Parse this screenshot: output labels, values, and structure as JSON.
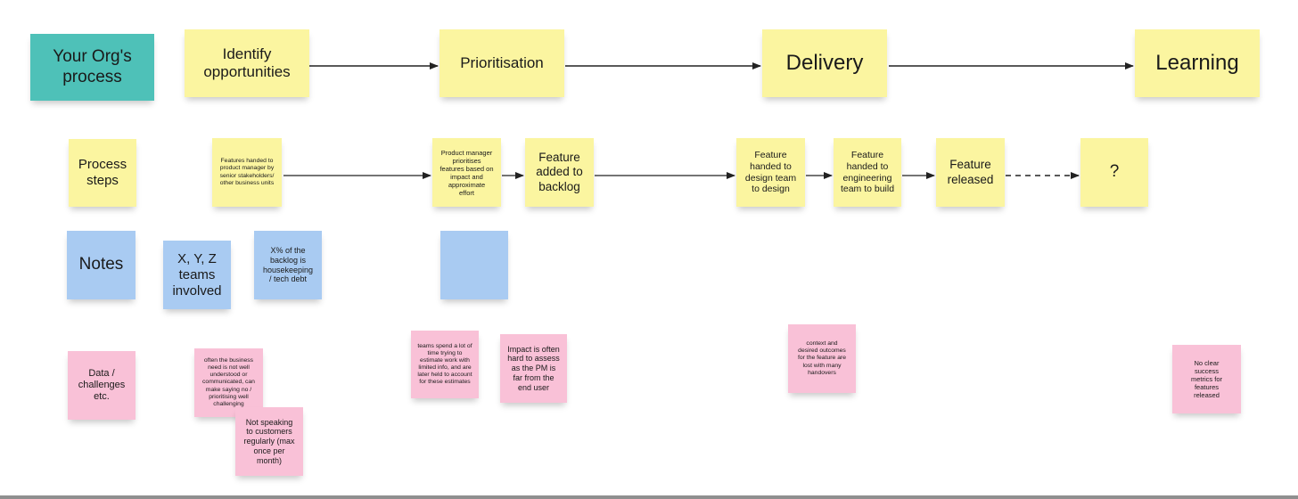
{
  "colors": {
    "teal": "#4ec1b8",
    "yellow": "#fbf5a0",
    "blue": "#a9cbf2",
    "pink": "#f9c1d7",
    "arrow": "#222222"
  },
  "row_labels": {
    "org_process": "Your Org's\nprocess",
    "process_steps": "Process\nsteps",
    "notes": "Notes",
    "data_challenges": "Data /\nchallenges\netc."
  },
  "stages": [
    {
      "label": "Identify\nopportunities"
    },
    {
      "label": "Prioritisation"
    },
    {
      "label": "Delivery"
    },
    {
      "label": "Learning"
    }
  ],
  "steps": [
    {
      "label": "Features handed to\nproduct manager by\nsenior stakeholders/\nother business units"
    },
    {
      "label": "Product manager\nprioritises\nfeatures based on\nimpact and\napproximate\neffort"
    },
    {
      "label": "Feature\nadded to\nbacklog"
    },
    {
      "label": "Feature\nhanded to\ndesign team\nto design"
    },
    {
      "label": "Feature\nhanded to\nengineering\nteam to build"
    },
    {
      "label": "Feature\nreleased"
    },
    {
      "label": "?"
    }
  ],
  "notes": [
    {
      "label": "X, Y, Z\nteams\ninvolved"
    },
    {
      "label": "X% of the\nbacklog is\nhousekeeping\n/ tech debt"
    },
    {
      "label": ""
    }
  ],
  "challenges": [
    {
      "label": "often the business\nneed is not well\nunderstood or\ncommunicated, can\nmake saying no /\nprioritising well\nchallenging"
    },
    {
      "label": "Not speaking\nto customers\nregularly (max\nonce per\nmonth)"
    },
    {
      "label": "teams spend a lot of\ntime trying to\nestimate work with\nlimited info, and are\nlater held to account\nfor these estimates"
    },
    {
      "label": "Impact is often\nhard to assess\nas the PM is\nfar from the\nend user"
    },
    {
      "label": "context and\ndesired outcomes\nfor the feature are\nlost with many\nhandovers"
    },
    {
      "label": "No clear\nsuccess\nmetrics for\nfeatures\nreleased"
    }
  ]
}
